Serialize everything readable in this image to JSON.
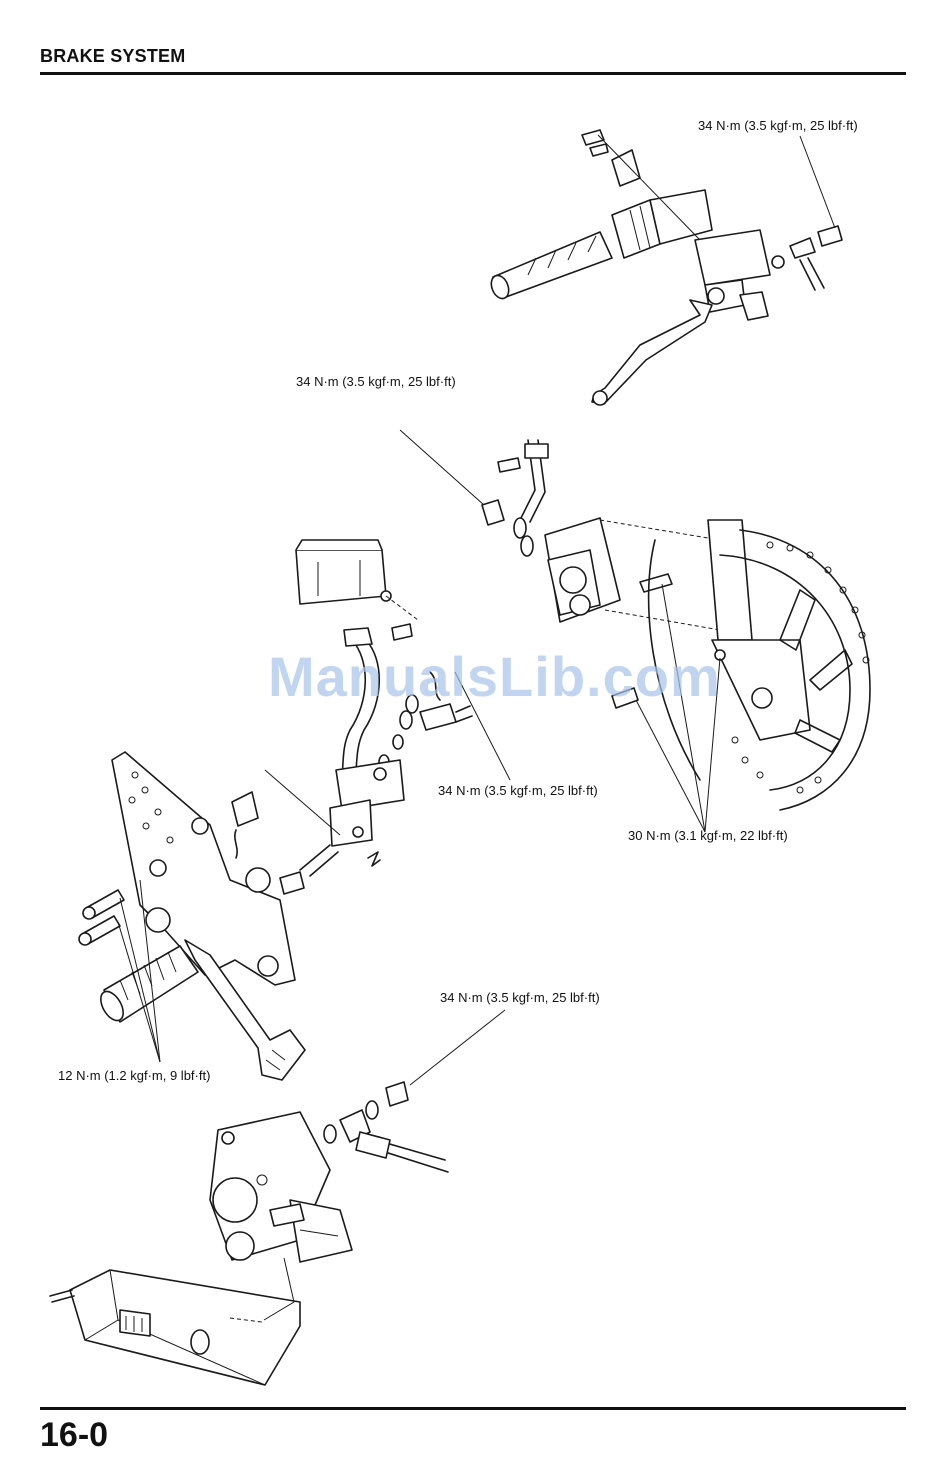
{
  "header": {
    "title": "BRAKE SYSTEM"
  },
  "footer": {
    "page_number": "16-0"
  },
  "watermark": {
    "text": "ManualsLib.com"
  },
  "callouts": {
    "master_cylinder_bolt": "34 N·m (3.5 kgf·m, 25 lbf·ft)",
    "front_caliper_bolt": "34 N·m (3.5 kgf·m, 25 lbf·ft)",
    "rear_master_cylinder_bolt": "34 N·m (3.5 kgf·m, 25 lbf·ft)",
    "caliper_mount_bolts": "30 N·m (3.1 kgf·m, 22 lbf·ft)",
    "rear_caliper_bolt": "34 N·m (3.5 kgf·m, 25 lbf·ft)",
    "footpeg_bracket_bolts": "12 N·m (1.2 kgf·m, 9 lbf·ft)"
  },
  "colors": {
    "ink": "#1a1a1a",
    "watermark": "#a9c4ea"
  }
}
